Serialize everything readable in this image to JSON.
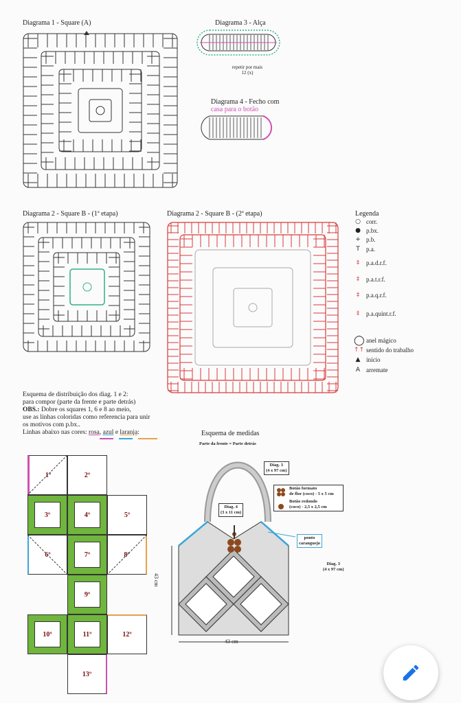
{
  "diagrams": {
    "d1_title": "Diagrama 1 - Square (A)",
    "d3_title": "Diagrama 3 - Alça",
    "d3_note": "repetir por mais 12 (x)",
    "d4_title": "Diagrama 4 - Fecho com",
    "d4_title2": "casa para o botão",
    "d2a_title": "Diagrama 2 - Square B - (1ª etapa)",
    "d2b_title": "Diagrama 2 - Square B - (2ª etapa)"
  },
  "legend": {
    "title": "Legenda",
    "items": [
      {
        "sym": "○",
        "label": "corr."
      },
      {
        "sym": "●",
        "label": "p.bx."
      },
      {
        "sym": "+",
        "label": "p.b."
      },
      {
        "sym": "T",
        "label": "p.a."
      },
      {
        "sym": "‡",
        "label": "p.a.d.r.f."
      },
      {
        "sym": "‡",
        "label": "p.a.t.r.f."
      },
      {
        "sym": "‡",
        "label": "p.a.q.r.f."
      },
      {
        "sym": "‡",
        "label": "p.a.quint.r.f."
      },
      {
        "sym": "◯",
        "label": "anel mágico"
      },
      {
        "sym": "↑↑",
        "label": "sentido do trabalho"
      },
      {
        "sym": "▲",
        "label": "início"
      },
      {
        "sym": "A",
        "label": "arremate"
      }
    ]
  },
  "distribution": {
    "line1": "Esquema de distribuição dos diag. 1 e 2:",
    "line2": "para compor (parte da frente e parte detrás)",
    "obs_label": "OBS.:",
    "obs_text": " Dobre os squares 1, 6 e 8 ao meio,",
    "line4": "use as linhas coloridas como referencia para unir",
    "line5": "os motivos com p.bx..",
    "line6_prefix": "Linhas abaixo nas cores: ",
    "color_rosa": "rosa",
    "color_azul": "azul",
    "color_laranja": "laranja",
    "line6_sep1": ", ",
    "line6_sep2": " e ",
    "line6_end": ":",
    "squares": [
      "1º",
      "2º",
      "3º",
      "4º",
      "5º",
      "6º",
      "7º",
      "8º",
      "9º",
      "10º",
      "11º",
      "12º",
      "13º"
    ]
  },
  "measures": {
    "title": "Esquema de medidas",
    "subtitle": "Parte da frente = Parte detrás",
    "diag3_top": "Diag. 3",
    "diag3_top_size": "(4 x 97 cm)",
    "diag4": "Diag. 4",
    "diag4_size": "(3 x 11 cm)",
    "button_flower": "Botão formato",
    "button_flower2": "de flor (coco) - 5 x 5 cm",
    "button_round": "Botão redondo",
    "button_round2": "(coco) - 2,5 x 2,5 cm",
    "ponto1": "ponto",
    "ponto2": "caranguejo",
    "diag3_right": "Diag. 3",
    "diag3_right_size": "(4 x 97 cm)",
    "height": "43 cm",
    "width": "43 cm"
  },
  "colors": {
    "pink": "#d04fb0",
    "blue": "#3aa6d8",
    "orange": "#e8a04a",
    "green": "#6fb53e",
    "red": "#d9393a",
    "teal": "#2fb08a",
    "fab_icon": "#1a73e8"
  },
  "icons": {
    "fab": "pencil-icon"
  }
}
